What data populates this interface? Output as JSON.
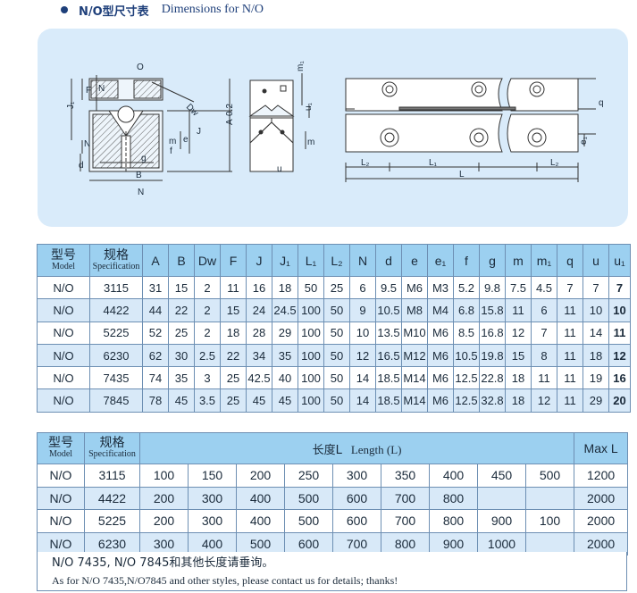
{
  "heading": {
    "title_cn": "N/O型尺寸表",
    "title_en": "Dimensions for N/O"
  },
  "drawing": {
    "labels": {
      "O": "O",
      "N": "N",
      "J": "J",
      "J1": "J₁",
      "F": "F",
      "Dw": "Dw",
      "A": "A-0.2",
      "m": "m",
      "e": "e",
      "f": "f",
      "g": "g",
      "B": "B",
      "d": "d",
      "m1": "m₁",
      "u1": "u₁",
      "u": "u",
      "q": "q",
      "e1": "e₁",
      "L2": "L₂",
      "L1": "L₁",
      "L": "L"
    }
  },
  "spec_table": {
    "headers": [
      {
        "cn": "型号",
        "en": "Model"
      },
      {
        "cn": "规格",
        "en": "Specification"
      },
      {
        "text": "A"
      },
      {
        "text": "B"
      },
      {
        "text": "Dw"
      },
      {
        "text": "F"
      },
      {
        "text": "J"
      },
      {
        "text": "J₁"
      },
      {
        "text": "L₁"
      },
      {
        "text": "L₂"
      },
      {
        "text": "N"
      },
      {
        "text": "d"
      },
      {
        "text": "e"
      },
      {
        "text": "e₁"
      },
      {
        "text": "f"
      },
      {
        "text": "g"
      },
      {
        "text": "m"
      },
      {
        "text": "m₁"
      },
      {
        "text": "q"
      },
      {
        "text": "u"
      },
      {
        "text": "u₁"
      }
    ],
    "rows": [
      [
        "N/O",
        "3115",
        "31",
        "15",
        "2",
        "11",
        "16",
        "18",
        "50",
        "25",
        "6",
        "9.5",
        "M6",
        "M3",
        "5.2",
        "9.8",
        "7.5",
        "4.5",
        "7",
        "7",
        "7"
      ],
      [
        "N/O",
        "4422",
        "44",
        "22",
        "2",
        "15",
        "24",
        "24.5",
        "100",
        "50",
        "9",
        "10.5",
        "M8",
        "M4",
        "6.8",
        "15.8",
        "11",
        "6",
        "11",
        "10",
        "10"
      ],
      [
        "N/O",
        "5225",
        "52",
        "25",
        "2",
        "18",
        "28",
        "29",
        "100",
        "50",
        "10",
        "13.5",
        "M10",
        "M6",
        "8.5",
        "16.8",
        "12",
        "7",
        "11",
        "14",
        "11"
      ],
      [
        "N/O",
        "6230",
        "62",
        "30",
        "2.5",
        "22",
        "34",
        "35",
        "100",
        "50",
        "12",
        "16.5",
        "M12",
        "M6",
        "10.5",
        "19.8",
        "15",
        "8",
        "11",
        "18",
        "12"
      ],
      [
        "N/O",
        "7435",
        "74",
        "35",
        "3",
        "25",
        "42.5",
        "40",
        "100",
        "50",
        "14",
        "18.5",
        "M14",
        "M6",
        "12.5",
        "22.8",
        "18",
        "11",
        "11",
        "19",
        "16"
      ],
      [
        "N/O",
        "7845",
        "78",
        "45",
        "3.5",
        "25",
        "45",
        "45",
        "100",
        "50",
        "14",
        "18.5",
        "M14",
        "M6",
        "12.5",
        "32.8",
        "18",
        "12",
        "11",
        "29",
        "20"
      ]
    ]
  },
  "length_table": {
    "model_cn": "型号",
    "model_en": "Model",
    "spec_cn": "规格",
    "spec_en": "Specification",
    "length_cn": "长度L",
    "length_en": "Length (L)",
    "max_label": "Max L",
    "rows": [
      {
        "model": "N/O",
        "spec": "3115",
        "lengths": [
          "100",
          "150",
          "200",
          "250",
          "300",
          "350",
          "400",
          "450",
          "500"
        ],
        "max": "1200"
      },
      {
        "model": "N/O",
        "spec": "4422",
        "lengths": [
          "200",
          "300",
          "400",
          "500",
          "600",
          "700",
          "800",
          "",
          ""
        ],
        "max": "2000"
      },
      {
        "model": "N/O",
        "spec": "5225",
        "lengths": [
          "200",
          "300",
          "400",
          "500",
          "600",
          "700",
          "800",
          "900",
          "100"
        ],
        "max": "2000"
      },
      {
        "model": "N/O",
        "spec": "6230",
        "lengths": [
          "300",
          "400",
          "500",
          "600",
          "700",
          "800",
          "900",
          "1000",
          ""
        ],
        "max": "2000"
      }
    ]
  },
  "notes": {
    "cn": "N/O 7435, N/O 7845和其他长度请垂询。",
    "en": "As for N/O 7435,N/O7845 and other styles, please contact us for details; thanks!"
  },
  "colors": {
    "panel_bg": "#d9ebfa",
    "header_bg": "#9cd0f0",
    "row_alt_bg": "#d8e9f8",
    "heading_color": "#1e3f7a"
  }
}
